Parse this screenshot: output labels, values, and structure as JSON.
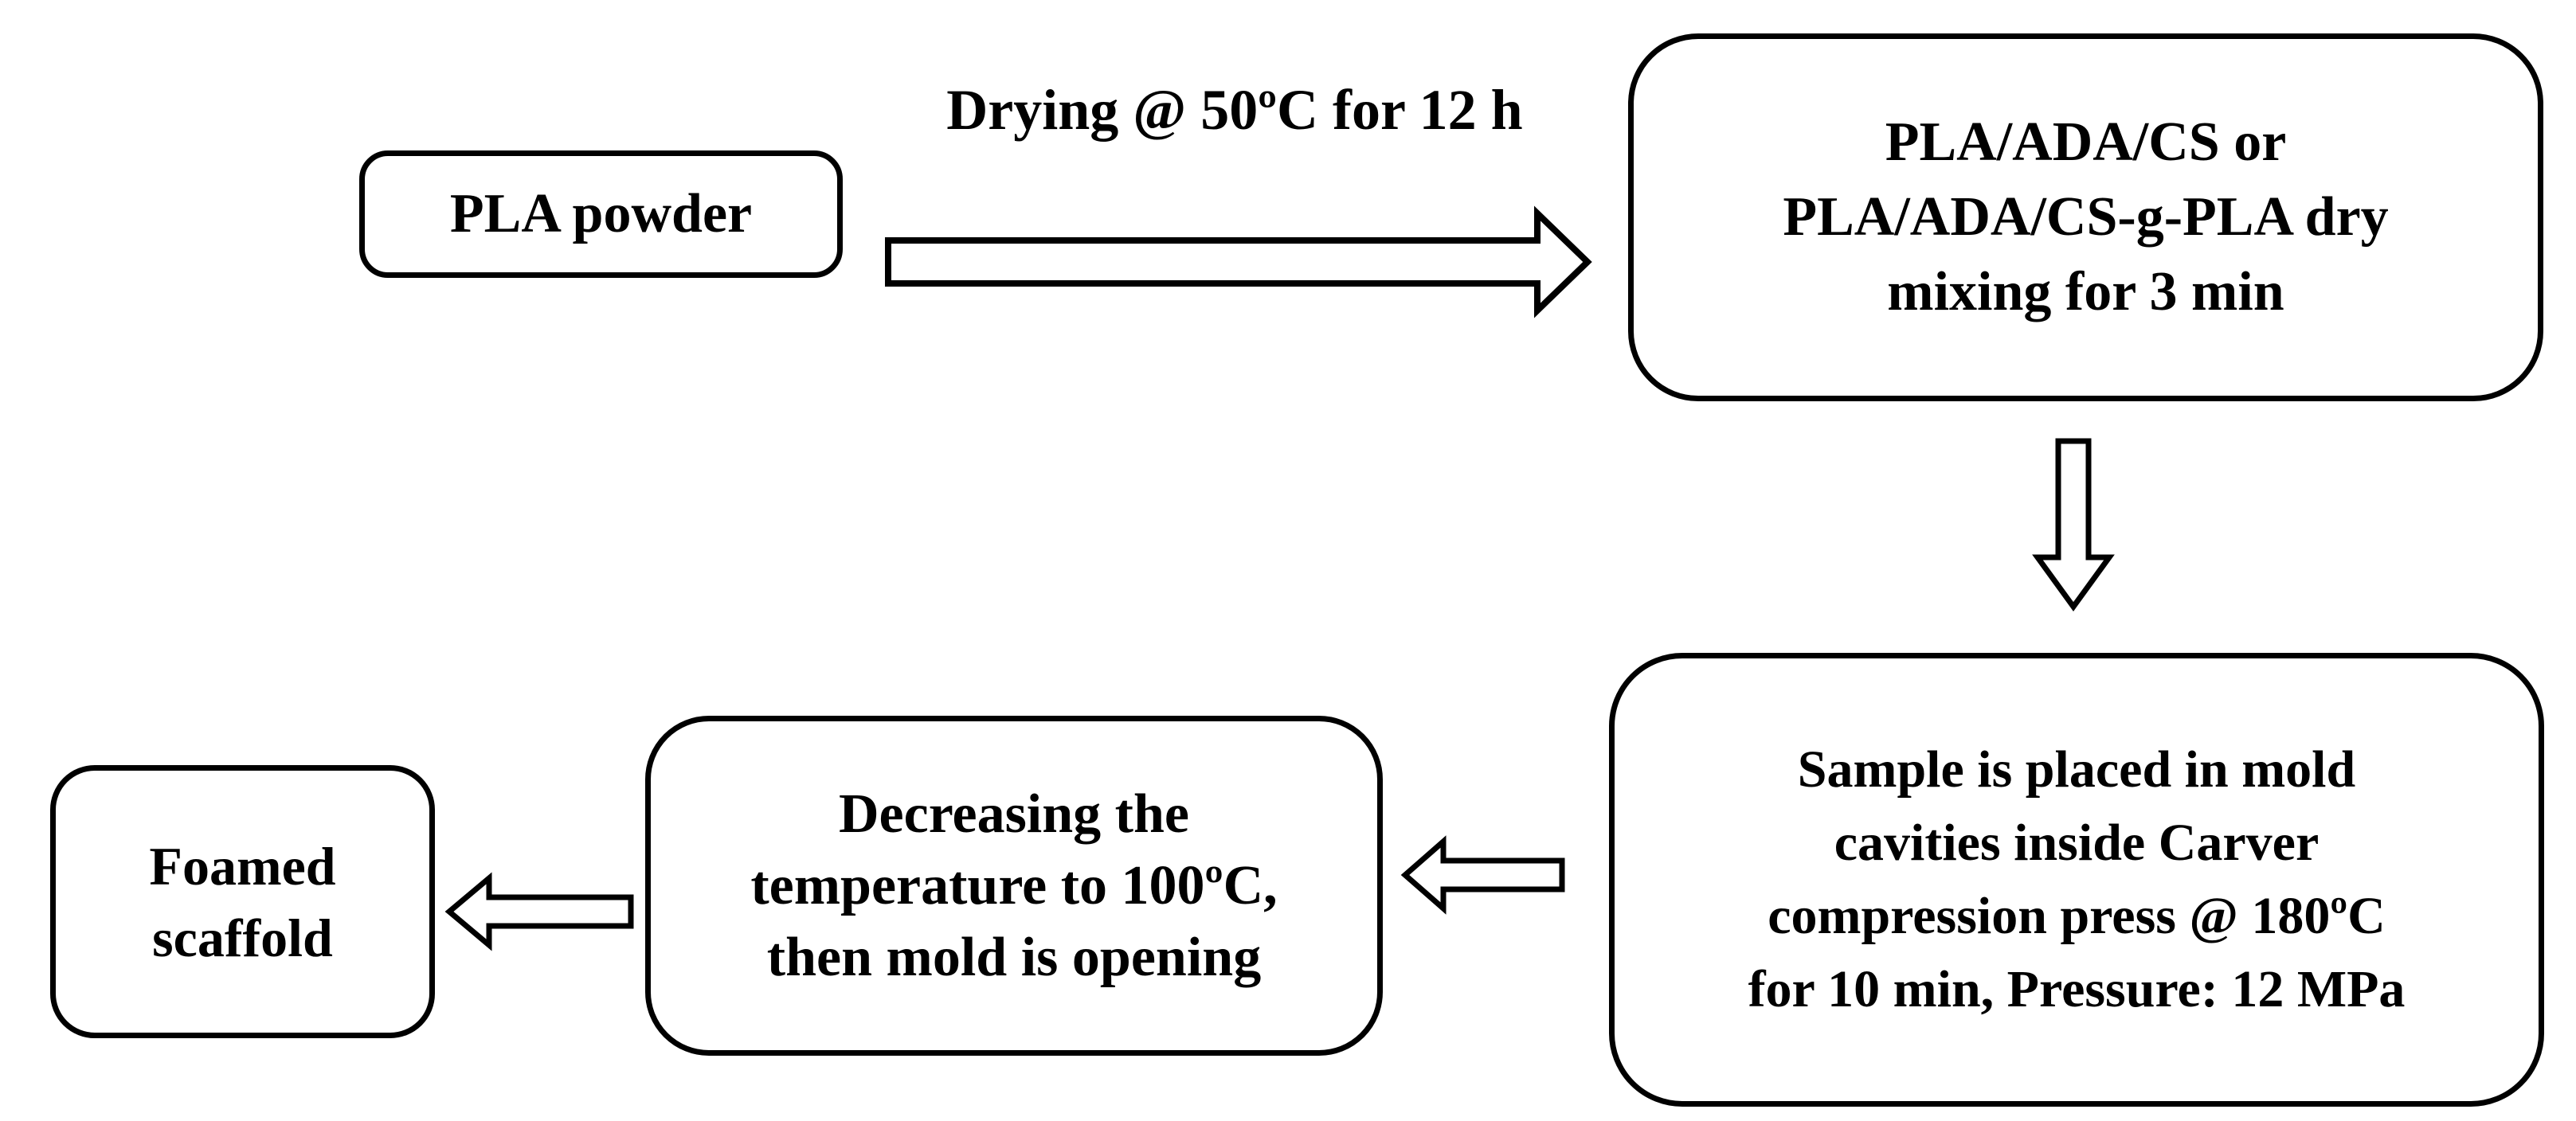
{
  "flowchart": {
    "labels": {
      "drying": "Drying @ 50ºC for 12 h"
    },
    "nodes": {
      "pla_powder": {
        "lines": [
          "PLA powder"
        ]
      },
      "dry_mixing": {
        "lines": [
          "PLA/ADA/CS or",
          "PLA/ADA/CS-g-PLA dry",
          "mixing for 3 min"
        ]
      },
      "compression": {
        "lines": [
          "Sample is placed in mold",
          "cavities inside Carver",
          "compression press @ 180ºC",
          "for 10 min, Pressure: 12 MPa"
        ]
      },
      "cooling": {
        "lines": [
          "Decreasing the",
          "temperature to 100ºC,",
          "then mold is opening"
        ]
      },
      "foamed_scaffold": {
        "lines": [
          "Foamed",
          "scaffold"
        ]
      }
    },
    "colors": {
      "background": "#ffffff",
      "border": "#000000",
      "text": "#000000",
      "arrow_fill": "#ffffff",
      "arrow_stroke": "#000000"
    }
  }
}
